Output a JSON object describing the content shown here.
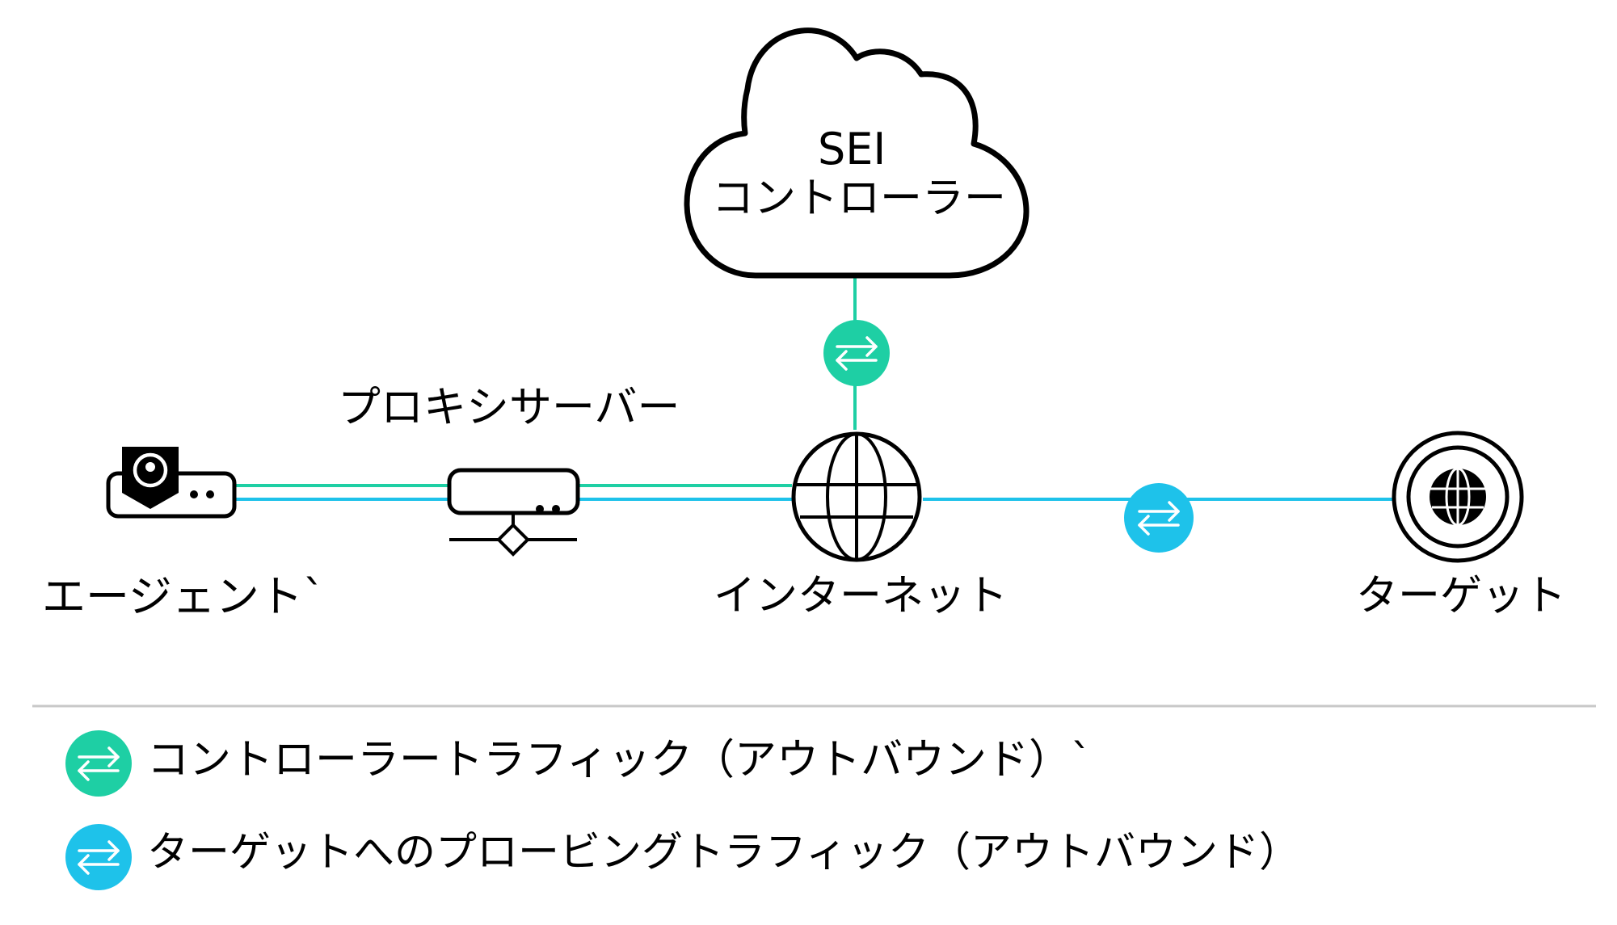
{
  "nodes": {
    "controller": {
      "line1": "SEI",
      "line2": "コントローラー"
    },
    "agent": {
      "label": "エージェント`"
    },
    "proxy": {
      "label": "プロキシサーバー"
    },
    "internet": {
      "label": "インターネット"
    },
    "target": {
      "label": "ターゲット"
    }
  },
  "legend": {
    "controller_traffic": "コントローラートラフィック（アウトバウンド）`",
    "probing_traffic": "ターゲットへのプロービングトラフィック（アウトバウンド）"
  },
  "colors": {
    "controller_traffic": "#1ecfa4",
    "probing_traffic": "#1ec2ea",
    "stroke": "#000000",
    "divider": "#c8c8c8"
  },
  "icons": {
    "agent": "agent-device-icon",
    "proxy": "proxy-server-icon",
    "internet": "globe-icon",
    "target": "target-globe-icon",
    "traffic": "bidirectional-arrows-icon"
  }
}
